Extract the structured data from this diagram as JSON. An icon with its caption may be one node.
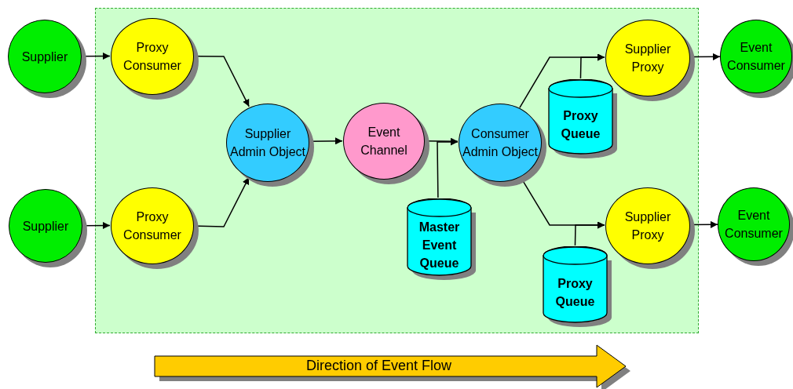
{
  "diagram": {
    "nodes": [
      {
        "text": [],
        "shape": "box"
      },
      {
        "text": [
          "Supplier"
        ]
      },
      {
        "text": [
          "Proxy Consumer"
        ],
        "in": 0
      },
      {
        "text": [
          "Supplier Admin Object"
        ],
        "in": 0
      },
      {
        "text": [
          "Supplier"
        ]
      },
      {
        "text": [
          "Proxy Consumer"
        ],
        "in": 0
      },
      {
        "text": [
          "Event Channel"
        ],
        "in": 0
      },
      {
        "text": [
          "Consumer Admin Object"
        ],
        "in": 0
      },
      {
        "text": [
          "Supplier Proxy"
        ],
        "in": 0
      },
      {
        "text": [
          "Proxy Queue"
        ],
        "in": 0
      },
      {
        "text": [
          "Event Consumer"
        ]
      },
      {
        "text": [
          "Master Event Queue"
        ],
        "in": 0
      },
      {
        "text": [
          "Supplier Proxy"
        ],
        "in": 0
      },
      {
        "text": [
          "Proxy Queue"
        ],
        "in": 0
      },
      {
        "text": [
          "Event Consumer"
        ]
      }
    ],
    "edges": [
      {
        "from": 1,
        "to": 2,
        "arrow": "to"
      },
      {
        "from": 2,
        "to": 3,
        "arrow": "to"
      },
      {
        "from": 4,
        "to": 5,
        "arrow": "to"
      },
      {
        "from": 5,
        "to": 3,
        "arrow": "to"
      },
      {
        "from": 3,
        "to": 6,
        "arrow": "to"
      },
      {
        "from": 6,
        "to": 7,
        "arrow": "to"
      },
      {
        "from": 11,
        "to": 7,
        "arrow": "to"
      },
      {
        "from": 7,
        "to": 8,
        "arrow": "to"
      },
      {
        "from": 9,
        "to": 8,
        "arrow": "to"
      },
      {
        "from": 7,
        "to": 12,
        "arrow": "to"
      },
      {
        "from": 13,
        "to": 12,
        "arrow": "to"
      },
      {
        "from": 8,
        "to": 10,
        "arrow": "to"
      },
      {
        "from": 12,
        "to": 14,
        "arrow": "to"
      }
    ],
    "labels": [
      "Direction of Event Flow"
    ]
  }
}
